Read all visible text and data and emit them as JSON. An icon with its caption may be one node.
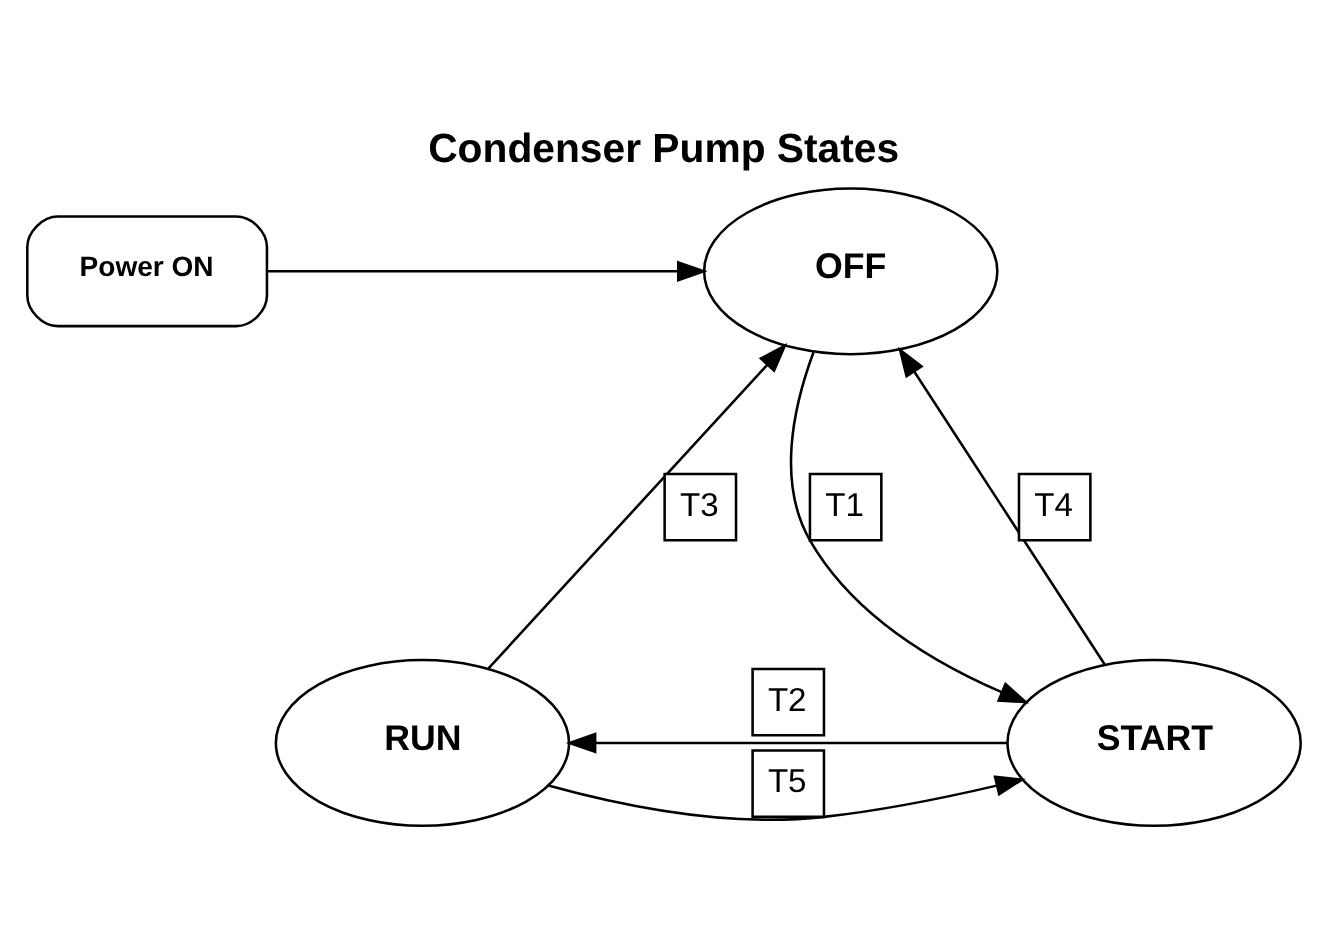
{
  "diagram": {
    "title": "Condenser Pump States",
    "nodes": [
      {
        "text": [
          "Power ON"
        ]
      },
      {
        "text": [
          "OFF"
        ]
      },
      {
        "text": [
          "RUN"
        ]
      },
      {
        "text": [
          "START"
        ]
      }
    ],
    "edges": [
      {
        "from": 0,
        "to": 1,
        "arrow": "to"
      },
      {
        "from": 1,
        "to": 3,
        "arrow": "to",
        "label": "T1"
      },
      {
        "from": 3,
        "to": 1,
        "arrow": "to",
        "label": "T4"
      },
      {
        "from": 3,
        "to": 2,
        "arrow": "to",
        "label": "T2"
      },
      {
        "from": 2,
        "to": 3,
        "arrow": "to",
        "label": "T5"
      },
      {
        "from": 2,
        "to": 1,
        "arrow": "to",
        "label": "T3"
      }
    ]
  }
}
